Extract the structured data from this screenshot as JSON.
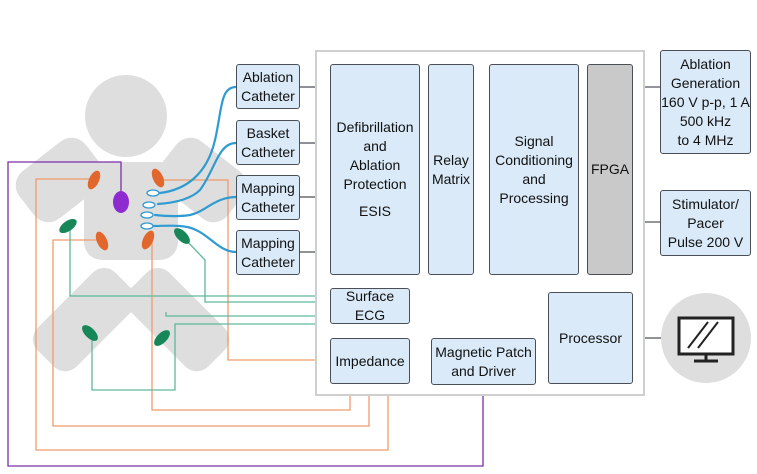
{
  "colors": {
    "block_fill": "#daeaf8",
    "fpga_fill": "#c9c9c9",
    "enclosure_border": "#cfcfcf",
    "body_silhouette": "#dedede",
    "electrode_orange": "#e2672c",
    "electrode_green": "#17875a",
    "electrode_purple": "#8d2bd0",
    "catheter_blue": "#2f9bd1",
    "purple_wire": "#7a2fa8",
    "orange_wire": "#f09a6a",
    "green_wire": "#5fb89a"
  },
  "catheters": [
    "Ablation\nCatheter",
    "Basket\nCatheter",
    "Mapping\nCatheter",
    "Mapping\nCatheter"
  ],
  "blocks": {
    "defib": "Defibrillation\nand\nAblation\nProtection",
    "esis": "ESIS",
    "relay": "Relay\nMatrix",
    "signal": "Signal\nConditioning\nand\nProcessing",
    "fpga": "FPGA",
    "surface_ecg": "Surface ECG",
    "impedance": "Impedance",
    "magnetic": "Magnetic Patch\nand Driver",
    "processor": "Processor",
    "ablation_gen": "Ablation\nGeneration\n160 V p-p, 1 A\n500 kHz\nto 4 MHz",
    "stimulator": "Stimulator/\nPacer\nPulse 200 V"
  },
  "icons": {
    "monitor": "monitor-icon",
    "patient": "patient-body-icon"
  }
}
